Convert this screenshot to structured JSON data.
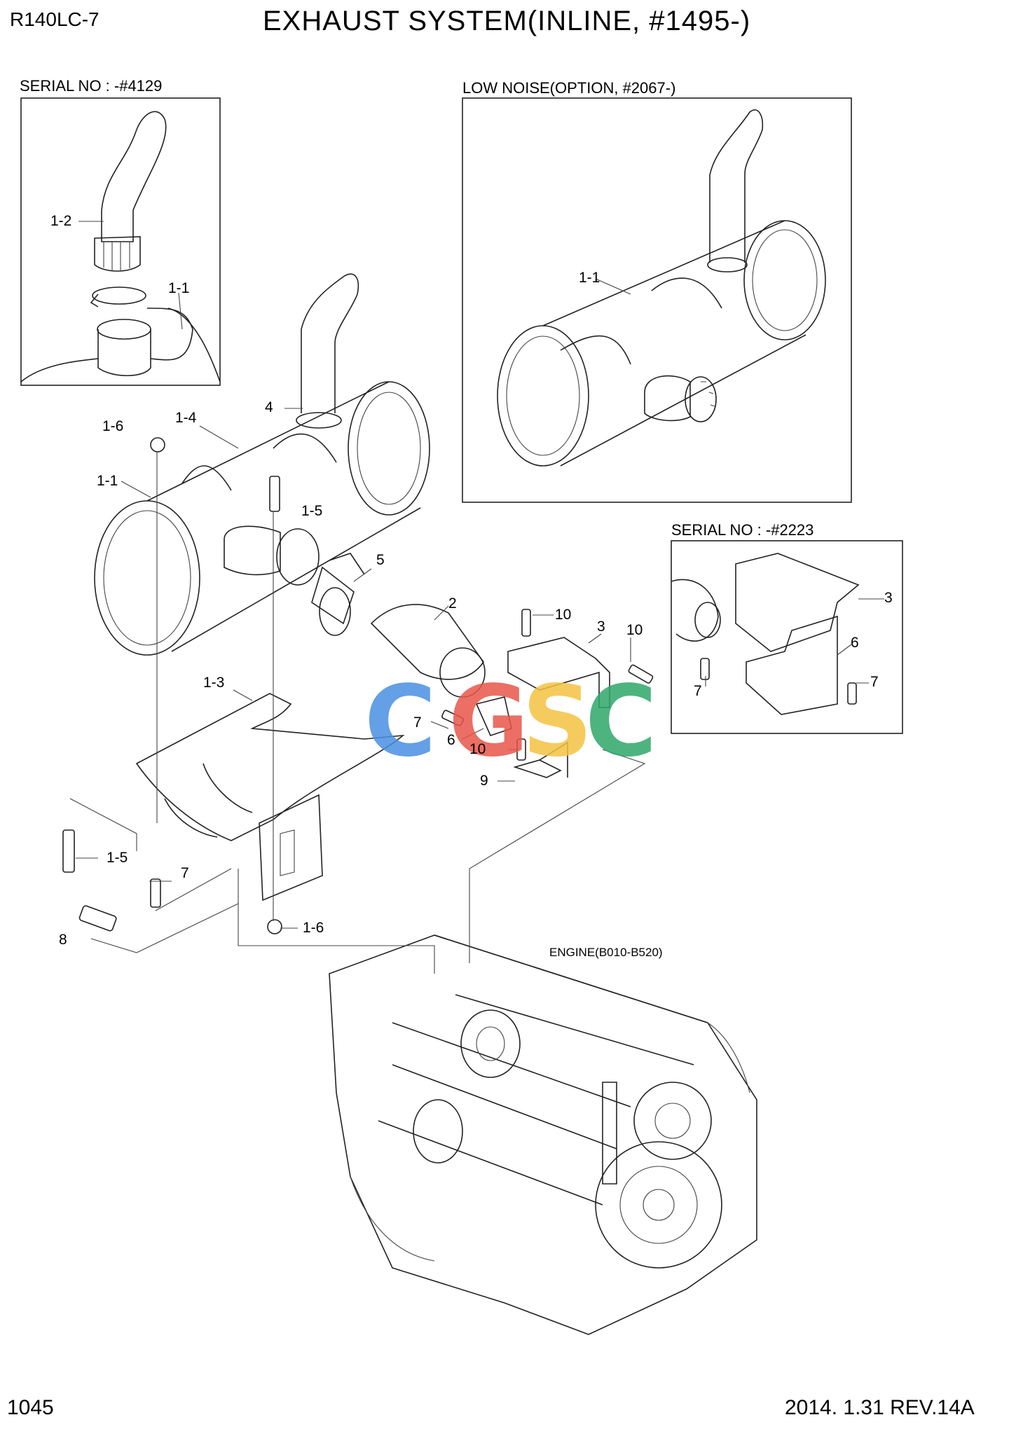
{
  "header": {
    "model": "R140LC-7",
    "title": "EXHAUST SYSTEM(INLINE, #1495-)"
  },
  "insets": {
    "serial_4129": "SERIAL NO : -#4129",
    "low_noise": "LOW NOISE(OPTION, #2067-)",
    "serial_2223": "SERIAL NO : -#2223"
  },
  "engine_label": "ENGINE(B010-B520)",
  "callouts": {
    "a1_2": "1-2",
    "a1_1": "1-1",
    "b1_1": "1-1",
    "c4": "4",
    "c1_6a": "1-6",
    "c1_4": "1-4",
    "c1_1": "1-1",
    "c1_5a": "1-5",
    "c5": "5",
    "c2": "2",
    "c10a": "10",
    "c3": "3",
    "c10b": "10",
    "c7a": "7",
    "c6": "6",
    "c10c": "10",
    "c9": "9",
    "c1_3": "1-3",
    "c1_5b": "1-5",
    "c7b": "7",
    "c8": "8",
    "c1_6b": "1-6",
    "d3": "3",
    "d6": "6",
    "d7a": "7",
    "d7b": "7"
  },
  "watermark": {
    "letters": [
      "C",
      "G",
      "S",
      "C"
    ],
    "colors": [
      "#4a90e2",
      "#e8564a",
      "#f5c242",
      "#2fa86a"
    ]
  },
  "footer": {
    "page": "1045",
    "revision": "2014. 1.31  REV.14A"
  }
}
